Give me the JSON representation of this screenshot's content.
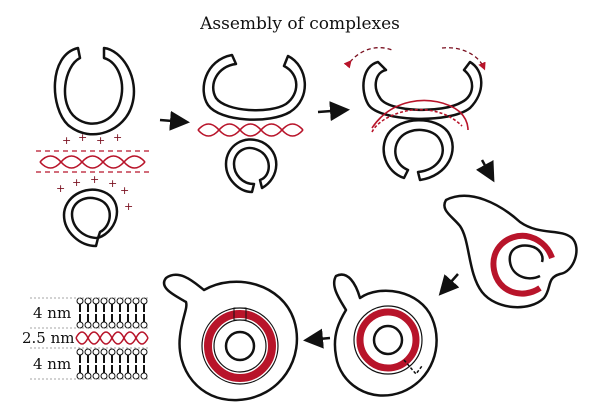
{
  "title": "Assembly of complexes",
  "scale_labels": {
    "top": "4 nm",
    "middle": "2.5 nm",
    "bottom": "4 nm"
  },
  "charges": {
    "positive": "+",
    "negative": "−"
  },
  "colors": {
    "outline": "#111111",
    "dna": "#b8142a",
    "fill": "#ffffff"
  }
}
